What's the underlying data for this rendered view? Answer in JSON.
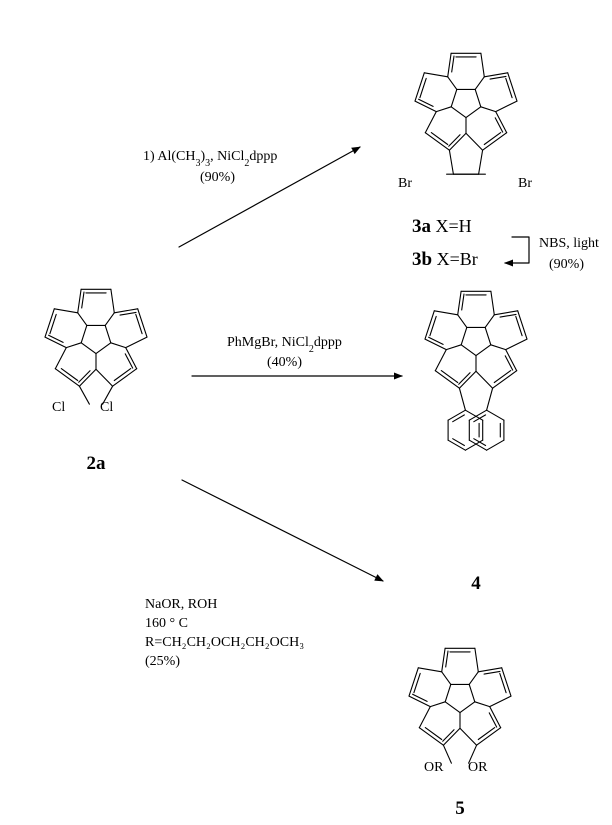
{
  "compounds": {
    "start": "2a",
    "dimethyl": "3a",
    "dimethyl_label_suffix": " X=H",
    "dibromo": "3b",
    "dibromo_label_suffix": " X=Br",
    "diphenyl": "4",
    "diether": "5"
  },
  "substituents": {
    "chloro": "Cl",
    "bromo": "Br",
    "alkoxy": "OR"
  },
  "reactions": {
    "methylation": {
      "line1": "1) Al(CH",
      "sub1": "3",
      "mid1": ")",
      "sub2": "3",
      "tail1": ", NiCl",
      "sub3": "2",
      "tail2": "dppp",
      "yield": "(90%)"
    },
    "bromination": {
      "reagent": "NBS, light",
      "yield": "(90%)"
    },
    "arylation": {
      "reagent": "PhMgBr, NiCl",
      "sub": "2",
      "tail": "dppp",
      "yield": "(40%)"
    },
    "etherification": {
      "reagent": "NaOR, ROH",
      "temperature": "160 ° C",
      "r_group": "R=CH₂CH₂OCH₂CH₂OCH₃",
      "yield": "(25%)"
    }
  }
}
